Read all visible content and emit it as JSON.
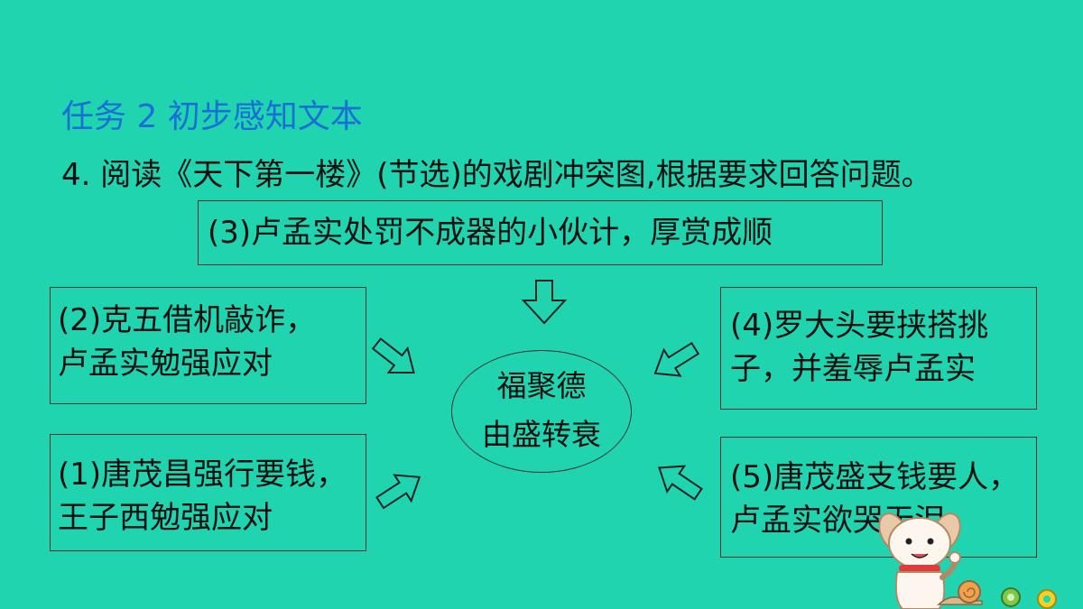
{
  "task_title": "任务 2 初步感知文本",
  "question": "4. 阅读《天下第一楼》(节选)的戏剧冲突图,根据要求回答问题。",
  "boxes": {
    "box3": {
      "line1": "(3)卢孟实处罚不成器的小伙计，厚赏成顺"
    },
    "box2": {
      "line1": "(2)克五借机敲诈，",
      "line2": "卢孟实勉强应对"
    },
    "box1": {
      "line1": "(1)唐茂昌强行要钱，",
      "line2": "王子西勉强应对"
    },
    "box4": {
      "line1": "(4)罗大头要挟搭挑",
      "line2": "子，并羞辱卢孟实"
    },
    "box5": {
      "line1": "(5)唐茂盛支钱要人，",
      "line2": "卢孟实欲哭无泪"
    }
  },
  "center": {
    "line1": "福聚德",
    "line2": "由盛转衰"
  },
  "icons": {
    "arrow": "hollow-arrow-icon",
    "mascot": "cartoon-dog-icon",
    "snail": "snail-icon"
  },
  "colors": {
    "background": "#21d4b0",
    "title": "#1a6fd6",
    "text": "#111111"
  }
}
